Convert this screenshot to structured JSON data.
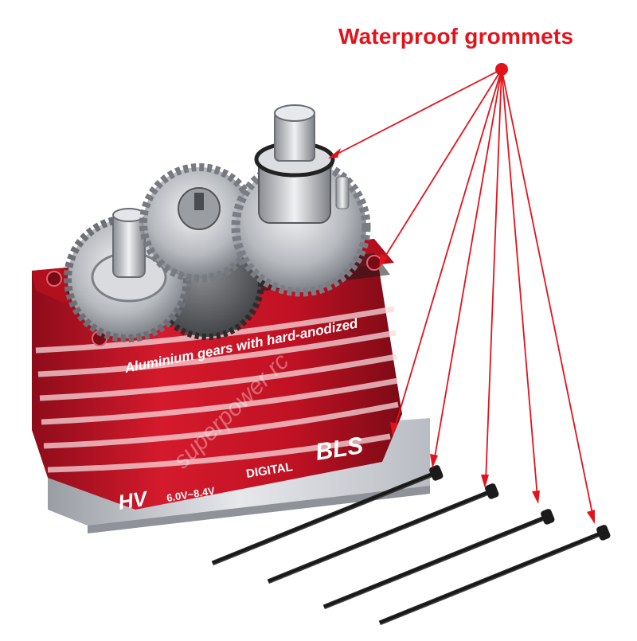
{
  "callout": {
    "label": "Waterproof grommets",
    "color": "#e3131b"
  },
  "servo": {
    "body_text": "Aluminium gears with hard-anodized",
    "brand": "BLS",
    "series": "HV",
    "voltage": "6.0V~8.4V",
    "type": "DIGITAL",
    "body_color": "#c8102e"
  },
  "watermark": "superpower rc"
}
